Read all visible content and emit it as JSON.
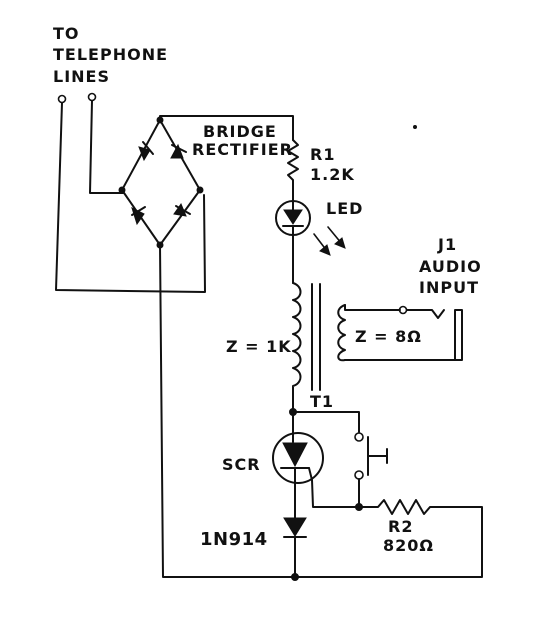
{
  "labels": {
    "lines_1": "TO",
    "lines_2": "TELEPHONE",
    "lines_3": "LINES",
    "bridge_1": "BRIDGE",
    "bridge_2": "RECTIFIER",
    "r1_name": "R1",
    "r1_value": "1.2K",
    "led": "LED",
    "j1_name": "J1",
    "j1_line1": "AUDIO",
    "j1_line2": "INPUT",
    "primary_impedance": "Z = 1K",
    "secondary_impedance": "Z = 8Ω",
    "t1": "T1",
    "scr": "SCR",
    "diode": "1N914",
    "r2_name": "R2",
    "r2_value": "820Ω"
  }
}
